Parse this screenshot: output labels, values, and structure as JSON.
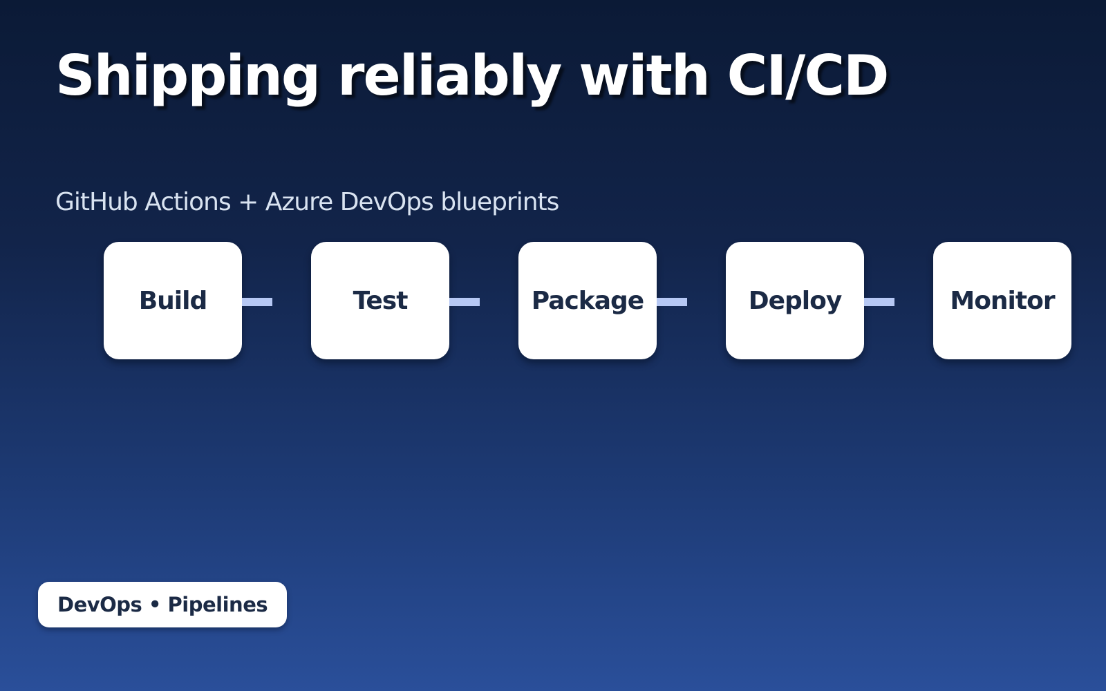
{
  "slide": {
    "title": "Shipping reliably with CI/CD",
    "subtitle": "GitHub Actions + Azure DevOps blueprints",
    "badge": "DevOps • Pipelines"
  },
  "pipeline": {
    "stages": [
      "Build",
      "Test",
      "Package",
      "Deploy",
      "Monitor"
    ]
  },
  "colors": {
    "background_top": "#0b1a36",
    "background_bottom": "#2a4f9a",
    "title_text": "#ffffff",
    "subtitle_text": "#d9e3f1",
    "stage_box_background": "#ffffff",
    "stage_text": "#1b2a45",
    "connector": "#b6c8f4",
    "badge_background": "#ffffff",
    "badge_text": "#1b2a45"
  }
}
